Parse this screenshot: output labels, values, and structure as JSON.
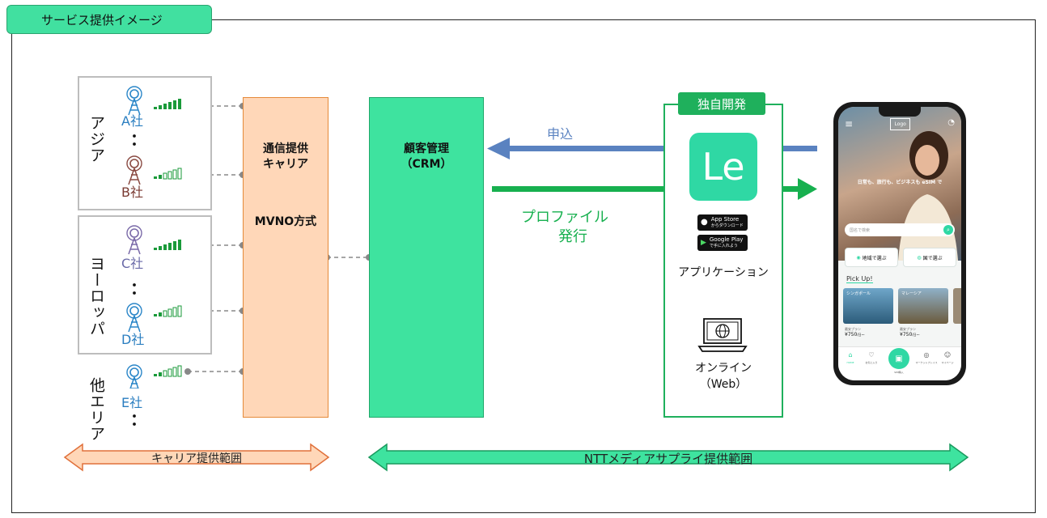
{
  "title": "サービス提供イメージ",
  "regions": {
    "asia": "アジア",
    "europe": "ヨーロッパ",
    "other": "他エリア"
  },
  "companies": [
    "A社",
    "B社",
    "C社",
    "D社",
    "E社"
  ],
  "ellipsis": "：",
  "carrier_box": {
    "line1": "通信提供",
    "line2": "キャリア",
    "method": "MVNO方式"
  },
  "crm_box": {
    "line1": "顧客管理",
    "line2": "（CRM）"
  },
  "flows": {
    "apply": "申込",
    "profile1": "プロファイル",
    "profile2": "発行"
  },
  "dev_box": {
    "tag": "独自開発",
    "logo": "Le",
    "app_store_1": "App Store",
    "app_store_2": "からダウンロード",
    "google_play_1": "Google Play",
    "google_play_2": "で手に入れよう",
    "app_label": "アプリケーション",
    "online1": "オンライン",
    "online2": "（Web）"
  },
  "phone": {
    "logo": "Logo",
    "hero": "日常も、旅行も、ビジネスも eSIM で",
    "search_placeholder": "国名で検索",
    "btn_region": "地域で選ぶ",
    "btn_country": "国で選ぶ",
    "pickup": "Pick Up!",
    "card1_name": "シンガポール",
    "card2_name": "マレーシア",
    "plan_label": "最安プラン",
    "card1_price": "¥750",
    "card2_price": "¥750",
    "per_day": "/日〜",
    "nav": [
      "HOME",
      "お気に入り",
      "SIM購入",
      "マーケットプレイス",
      "マイページ"
    ]
  },
  "scope": {
    "carrier": "キャリア提供範囲",
    "ntt": "NTTメディアサプライ提供範囲"
  },
  "colors": {
    "green_tab": "#41e0a0",
    "carrier_fill": "#ffd7b8",
    "crm_fill": "#3ee39f",
    "arrow_blue": "#5a82c0",
    "arrow_green": "#17b04f",
    "dev_border": "#1fb05c"
  }
}
